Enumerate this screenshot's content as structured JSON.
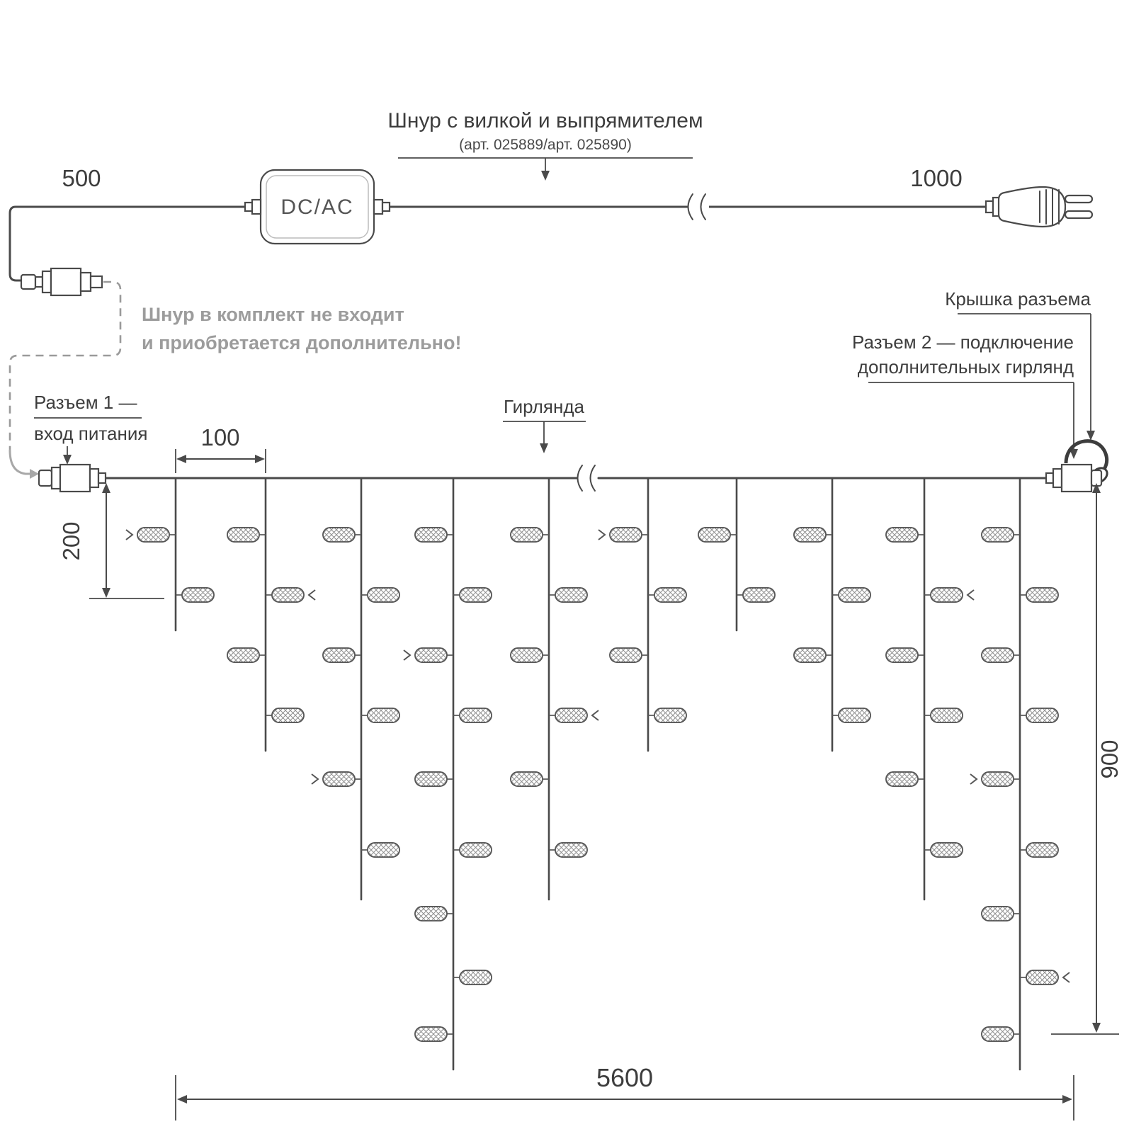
{
  "labels": {
    "cord_title": "Шнур с вилкой и выпрямителем",
    "cord_subtitle": "(арт. 025889/арт. 025890)",
    "converter": "DC/AC",
    "note_line1": "Шнур в комплект не входит",
    "note_line2": "и приобретается дополнительно!",
    "connector1_line1": "Разъем 1 —",
    "connector1_line2": "вход питания",
    "garland": "Гирлянда",
    "cap": "Крышка разъема",
    "connector2_line1": "Разъем 2 — подключение",
    "connector2_line2": "дополнительных гирлянд"
  },
  "dimensions": {
    "cord_to_converter": "500",
    "cord_to_plug": "1000",
    "drop_spacing": "100",
    "first_drop_length": "200",
    "garland_height": "900",
    "garland_length": "5600"
  },
  "colors": {
    "line": "#4a4a4a",
    "note_gray": "#9c9c9c",
    "dashed_gray": "#9a9a9a",
    "background": "#ffffff"
  }
}
